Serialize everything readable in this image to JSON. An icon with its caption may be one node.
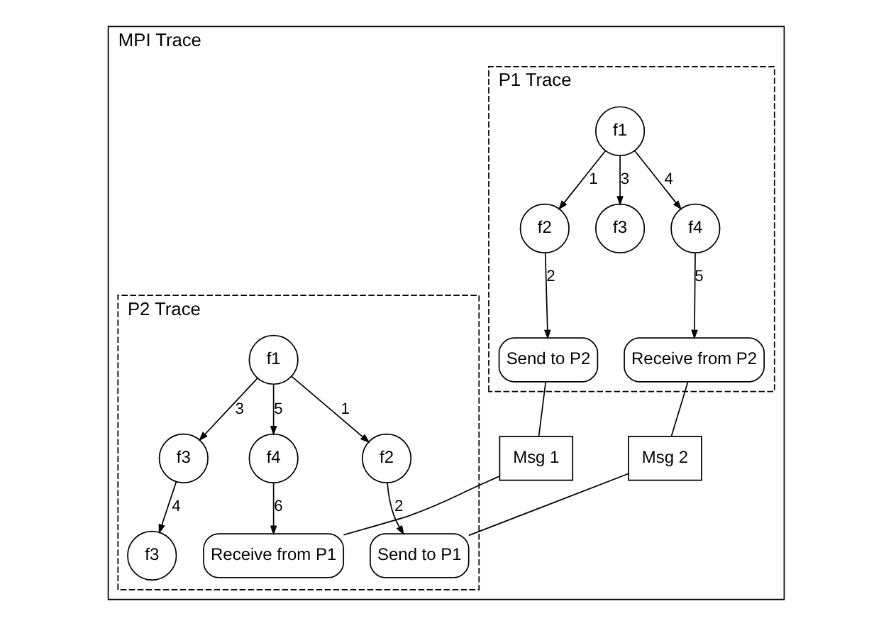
{
  "diagram": {
    "nodes": [
      {
        "text": [
          "MPI Trace"
        ]
      },
      {
        "text": [
          "P1 Trace"
        ],
        "in": 0
      },
      {
        "text": [
          "f1"
        ],
        "in": 1
      },
      {
        "text": [
          "f2"
        ],
        "in": 1
      },
      {
        "text": [
          "f3"
        ],
        "in": 1
      },
      {
        "text": [
          "f4"
        ],
        "in": 1
      },
      {
        "text": [
          "Send to P2"
        ],
        "in": 1
      },
      {
        "text": [
          "Receive from P2"
        ],
        "in": 1
      },
      {
        "text": [
          "P2 Trace"
        ],
        "in": 0
      },
      {
        "text": [
          "f1"
        ],
        "in": 8
      },
      {
        "text": [
          "f2"
        ],
        "in": 8
      },
      {
        "text": [
          "f3"
        ],
        "in": 8
      },
      {
        "text": [
          "f4"
        ],
        "in": 8
      },
      {
        "text": [
          "Send to P1"
        ],
        "in": 8
      },
      {
        "text": [
          "f3"
        ],
        "in": 8
      },
      {
        "text": [
          "Receive from P1"
        ],
        "in": 8
      },
      {
        "text": [
          "Msg 2"
        ],
        "in": 0
      },
      {
        "text": [
          "Msg 1"
        ],
        "in": 0
      }
    ],
    "edges": [
      {
        "from": 2,
        "to": 3,
        "arrow": "to",
        "label": "1"
      },
      {
        "from": 2,
        "to": 4,
        "arrow": "to",
        "label": "3"
      },
      {
        "from": 2,
        "to": 5,
        "arrow": "to",
        "label": "4"
      },
      {
        "from": 3,
        "to": 6,
        "arrow": "to",
        "label": "2"
      },
      {
        "from": 5,
        "to": 7,
        "arrow": "to",
        "label": "5"
      },
      {
        "from": 9,
        "to": 10,
        "arrow": "to",
        "label": "1"
      },
      {
        "from": 9,
        "to": 11,
        "arrow": "to",
        "label": "3"
      },
      {
        "from": 9,
        "to": 12,
        "arrow": "to",
        "label": "5"
      },
      {
        "from": 10,
        "to": 13,
        "arrow": "to",
        "label": "2"
      },
      {
        "from": 11,
        "to": 14,
        "arrow": "to",
        "label": "4"
      },
      {
        "from": 12,
        "to": 15,
        "arrow": "to",
        "label": "6"
      },
      {
        "from": 7,
        "to": 16,
        "arrow": "none"
      },
      {
        "from": 16,
        "to": 13,
        "arrow": "none"
      },
      {
        "from": 6,
        "to": 17,
        "arrow": "none"
      },
      {
        "from": 17,
        "to": 15,
        "arrow": "none"
      }
    ]
  }
}
